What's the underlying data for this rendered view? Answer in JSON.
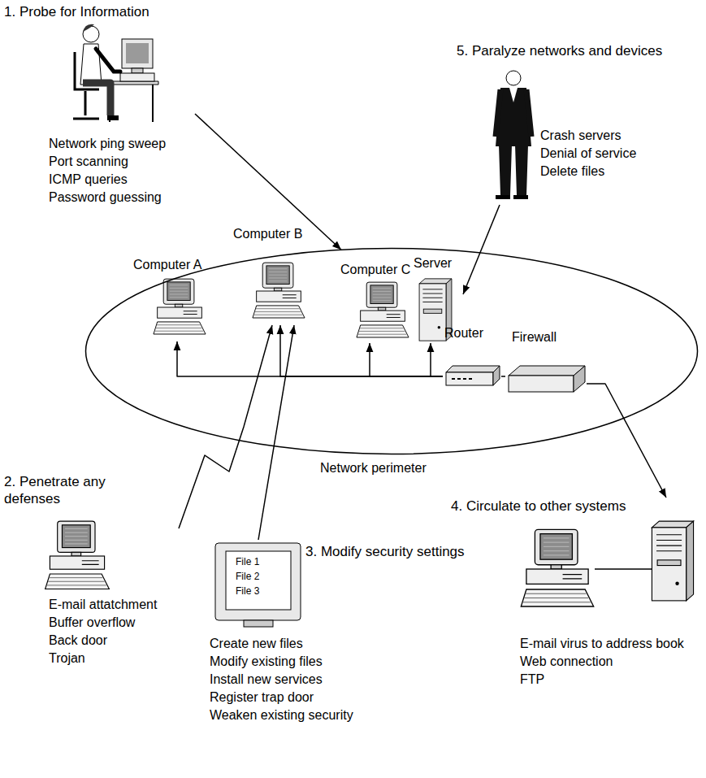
{
  "diagram": {
    "nodes": [
      {
        "text": [
          "1. Probe for Information",
          "Network ping sweep",
          "Port scanning",
          "ICMP queries",
          "Password guessing"
        ]
      },
      {
        "text": [
          "5. Paralyze networks and devices",
          "Crash servers",
          "Denial of service",
          "Delete files"
        ]
      },
      {
        "text": [
          "Network perimeter"
        ]
      },
      {
        "text": [
          "Computer A"
        ],
        "in": 2
      },
      {
        "text": [
          "Computer B"
        ],
        "in": 2
      },
      {
        "text": [
          "Computer C"
        ],
        "in": 2
      },
      {
        "text": [
          "Server"
        ],
        "in": 2
      },
      {
        "text": [
          "Router"
        ],
        "in": 2
      },
      {
        "text": [
          "Firewall"
        ],
        "in": 2
      },
      {
        "text": [
          "2. Penetrate any defenses",
          "E-mail attatchment",
          "Buffer overflow",
          "Back door",
          "Trojan"
        ]
      },
      {
        "text": [
          "3. Modify security settings",
          "Create new files",
          "Modify existing files",
          "Install new services",
          "Register trap door",
          "Weaken existing security"
        ]
      },
      {
        "text": [
          "4. Circulate to other systems",
          "E-mail virus to address book",
          "Web connection",
          "FTP"
        ]
      }
    ],
    "edges": [
      {
        "from": 0,
        "to": 2,
        "arrow": "to"
      },
      {
        "from": 1,
        "to": 6,
        "arrow": "to"
      },
      {
        "from": 7,
        "to": 3,
        "arrow": "to"
      },
      {
        "from": 7,
        "to": 4,
        "arrow": "to"
      },
      {
        "from": 7,
        "to": 5,
        "arrow": "to"
      },
      {
        "from": 7,
        "to": 6,
        "arrow": "to"
      },
      {
        "from": 7,
        "to": 8,
        "arrow": "none"
      },
      {
        "from": 8,
        "to": 11,
        "arrow": "to"
      },
      {
        "from": 9,
        "to": 4,
        "arrow": "to"
      },
      {
        "from": 10,
        "to": 4,
        "arrow": "to"
      }
    ],
    "labels": [
      "File 1",
      "File 2",
      "File 3"
    ]
  }
}
